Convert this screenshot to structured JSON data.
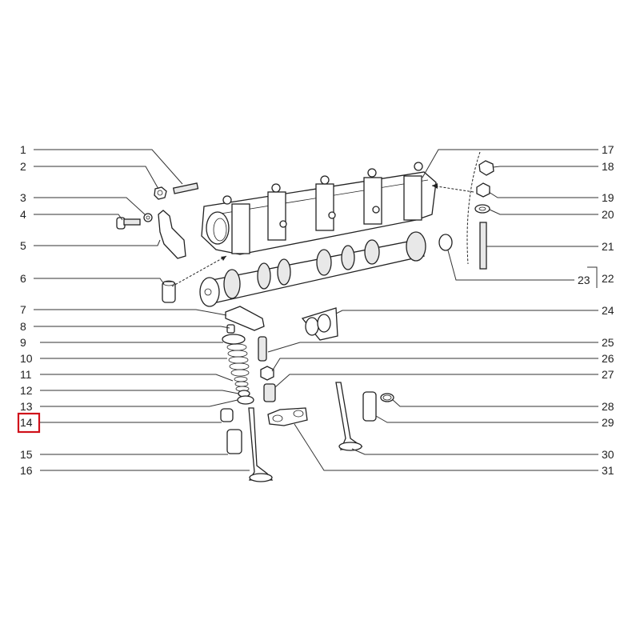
{
  "diagram": {
    "title": "Camshaft and valve assembly exploded view",
    "highlight_color": "#d0101a",
    "highlighted_callout": "14",
    "left_callouts": [
      "1",
      "2",
      "3",
      "4",
      "5",
      "6",
      "7",
      "8",
      "9",
      "10",
      "11",
      "12",
      "13",
      "14",
      "15",
      "16"
    ],
    "right_callouts": [
      "17",
      "18",
      "19",
      "20",
      "21",
      "23",
      "22",
      "24",
      "25",
      "26",
      "27",
      "28",
      "29",
      "30",
      "31"
    ]
  }
}
